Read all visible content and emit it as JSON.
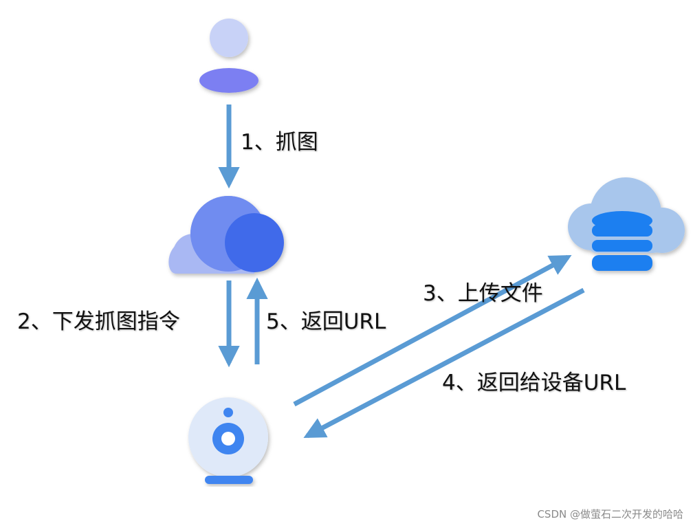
{
  "nodes": {
    "user": {
      "icon": "user-icon"
    },
    "cloud_platform": {
      "icon": "cloud-icon"
    },
    "device": {
      "icon": "camera-icon"
    },
    "storage": {
      "icon": "cloud-storage-icon"
    }
  },
  "steps": [
    {
      "label": "1、抓图"
    },
    {
      "label": "2、下发抓图指令"
    },
    {
      "label": "3、上传文件"
    },
    {
      "label": "4、返回给设备URL"
    },
    {
      "label": "5、返回URL"
    }
  ],
  "watermark": "CSDN @做萤石二次开发的哈哈",
  "colors": {
    "arrow": "#5a9bd4",
    "user_head": "#c8d2f7",
    "user_body": "#7b7ff2",
    "cloud_light": "#a9b8f3",
    "cloud_mid": "#6f8cf0",
    "cloud_dark": "#3f6bea",
    "camera_body": "#dfe9f9",
    "camera_lens": "#3f85f0",
    "storage_cloud": "#a8c6ec",
    "storage_db": "#1f7ff0"
  }
}
